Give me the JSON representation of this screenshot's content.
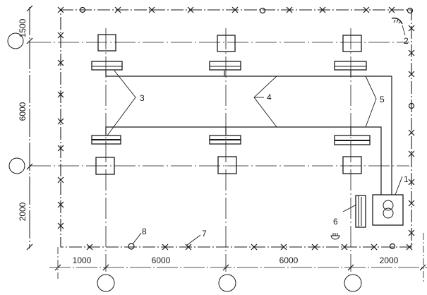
{
  "diagram": {
    "type": "site-plan",
    "description": "Construction site temporary power layout plan",
    "dimensions": {
      "left": [
        "1500",
        "6000",
        "2000"
      ],
      "bottom": [
        "1000",
        "6000",
        "6000",
        "2000"
      ]
    },
    "callouts": [
      {
        "id": "1",
        "label": "1",
        "refers_to": "transformer"
      },
      {
        "id": "2",
        "label": "2",
        "refers_to": "lightning-arrester"
      },
      {
        "id": "3",
        "label": "3",
        "refers_to": "branch-cable-left"
      },
      {
        "id": "4",
        "label": "4",
        "refers_to": "branch-cable-middle"
      },
      {
        "id": "5",
        "label": "5",
        "refers_to": "branch-cable-right"
      },
      {
        "id": "6",
        "label": "6",
        "refers_to": "distribution-panel"
      },
      {
        "id": "7",
        "label": "7",
        "refers_to": "fence-line"
      },
      {
        "id": "8",
        "label": "8",
        "refers_to": "pole"
      }
    ],
    "grid": {
      "columns": 3,
      "rows": 2
    },
    "colors": {
      "ink": "#1a1a1a",
      "background": "#ffffff"
    }
  }
}
